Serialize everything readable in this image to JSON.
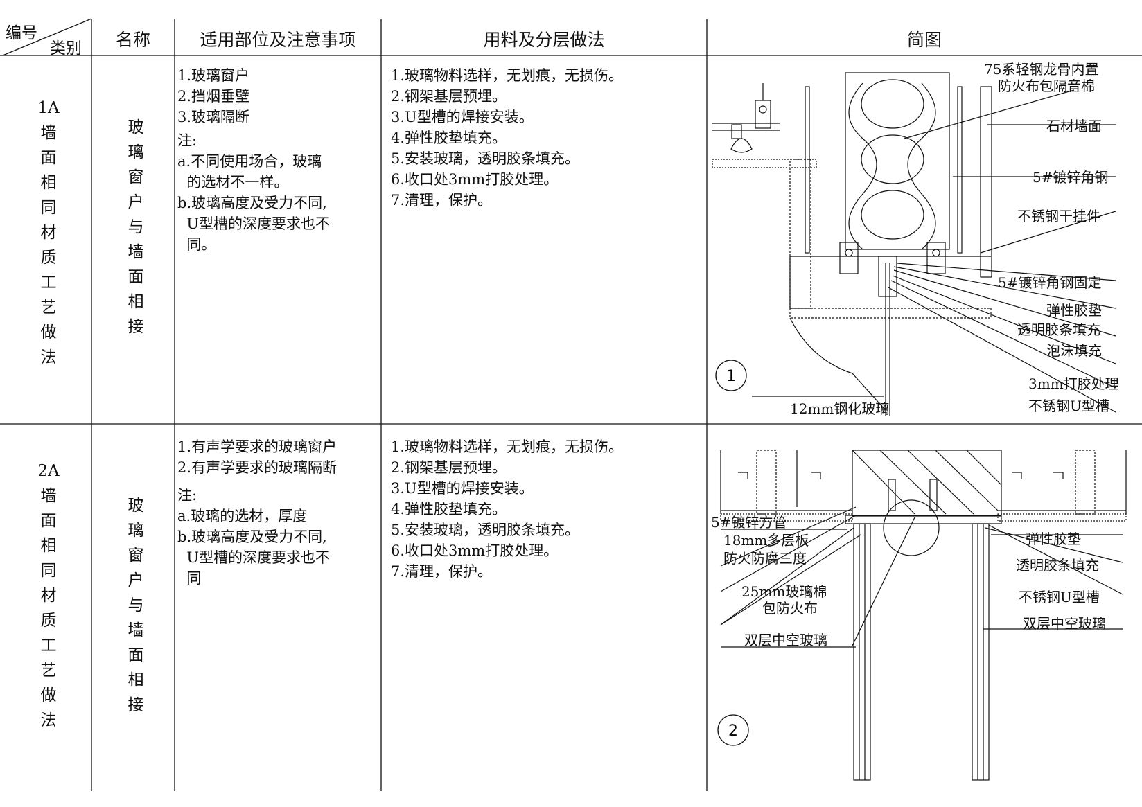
{
  "header": {
    "corner_top": "编号",
    "corner_bottom": "类别",
    "col_name": "名称",
    "col_scope": "适用部位及注意事项",
    "col_method": "用料及分层做法",
    "col_diagram": "简图"
  },
  "rows": [
    {
      "code": "1A\n墙\n面\n相\n同\n材\n质\n工\n艺\n做\n法",
      "name": "玻\n璃\n窗\n户\n与\n墙\n面\n相\n接",
      "scope": [
        "1.玻璃窗户",
        "2.挡烟垂壁",
        "3.玻璃隔断",
        "注:",
        "a.不同使用场合，玻璃",
        "  的选材不一样。",
        "b.玻璃高度及受力不同,",
        "  U型槽的深度要求也不",
        "  同。"
      ],
      "method": [
        "1.玻璃物料选样，无划痕，无损伤。",
        "2.钢架基层预埋。",
        "3.U型槽的焊接安装。",
        "4.弹性胶垫填充。",
        "5.安装玻璃，透明胶条填充。",
        "6.收口处3mm打胶处理。",
        "7.清理，保护。"
      ],
      "diagram_number": "1",
      "labels": [
        "75系轻钢龙骨内置",
        "防火布包隔音棉",
        "石材墙面",
        "5#镀锌角钢",
        "不锈钢干挂件",
        "5#镀锌角钢固定",
        "弹性胶垫",
        "透明胶条填充",
        "泡沫填充",
        "3mm打胶处理",
        "不锈钢U型槽",
        "12mm钢化玻璃"
      ]
    },
    {
      "code": "2A\n墙\n面\n相\n同\n材\n质\n工\n艺\n做\n法",
      "name": "玻\n璃\n窗\n户\n与\n墙\n面\n相\n接",
      "scope": [
        "1.有声学要求的玻璃窗户",
        "2.有声学要求的玻璃隔断",
        "注:",
        "a.玻璃的选材，厚度",
        "b.玻璃高度及受力不同,",
        "  U型槽的深度要求也不",
        "  同"
      ],
      "method": [
        "1.玻璃物料选样，无划痕，无损伤。",
        "2.钢架基层预埋。",
        "3.U型槽的焊接安装。",
        "4.弹性胶垫填充。",
        "5.安装玻璃，透明胶条填充。",
        "6.收口处3mm打胶处理。",
        "7.清理，保护。"
      ],
      "diagram_number": "2",
      "labels_left": [
        "5#镀锌方管",
        "18mm多层板",
        "防火防腐三度",
        "25mm玻璃棉",
        "包防火布",
        "双层中空玻璃"
      ],
      "labels_right": [
        "弹性胶垫",
        "透明胶条填充",
        "不锈钢U型槽",
        "双层中空玻璃"
      ]
    }
  ]
}
